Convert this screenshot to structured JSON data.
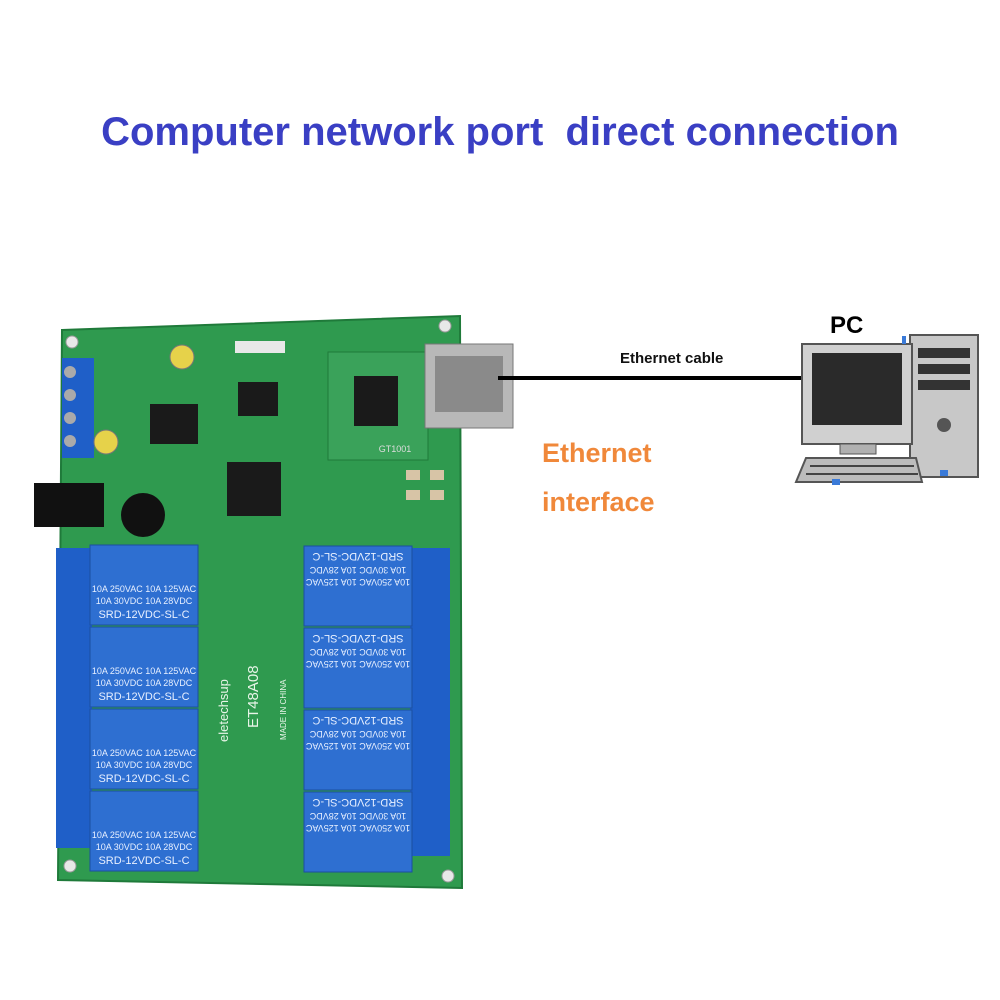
{
  "title": "Computer network port  direct connection",
  "cable_label": "Ethernet cable",
  "pc_label": "PC",
  "interface_label_line1": "Ethernet",
  "interface_label_line2": "interface",
  "board": {
    "model": "ET48A08",
    "brand": "eletechsup",
    "origin": "MADE IN CHINA",
    "module_label": "GT1001",
    "relay_model": "SRD-12VDC-SL-C",
    "relay_rating_1": "10A 250VAC  10A 125VAC",
    "relay_rating_2": "10A  30VDC  10A  28VDC"
  },
  "colors": {
    "title": "#3a3fc4",
    "interface_label": "#f0883a",
    "pcb": "#2f9a4f",
    "relay": "#2e6fd1",
    "terminal": "#1f5fc8"
  }
}
